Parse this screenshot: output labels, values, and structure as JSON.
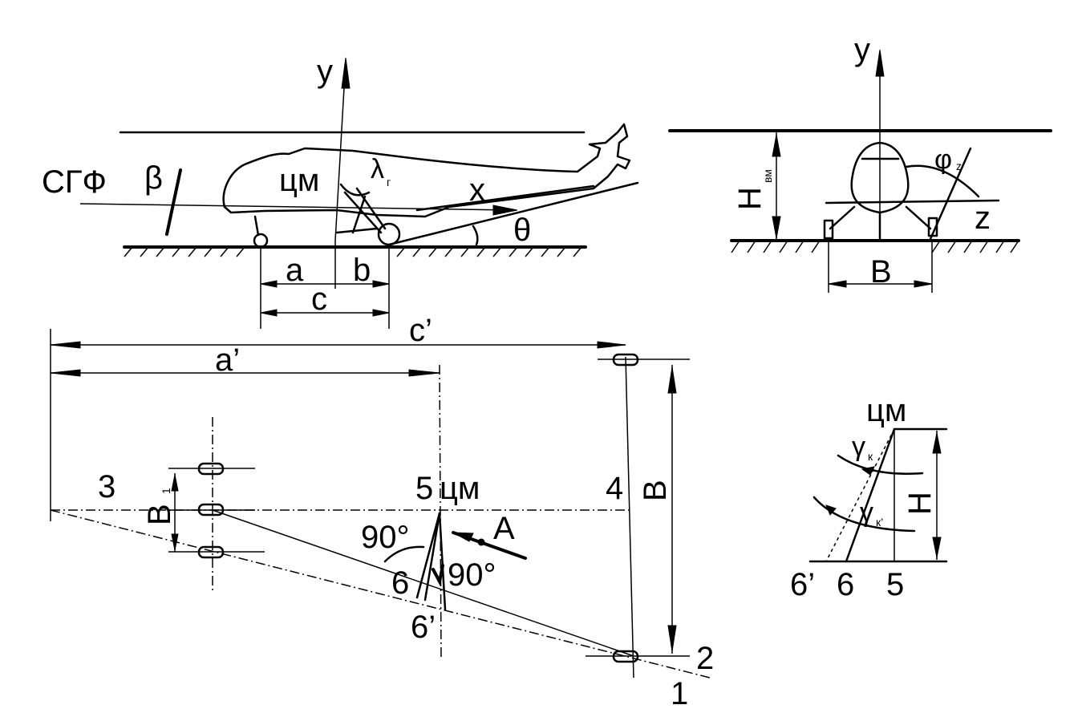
{
  "side_view": {
    "y_axis": "y",
    "sgf": "СГФ",
    "beta": "β",
    "cm": "цм",
    "lambda": "λ",
    "lambda_sub": "г",
    "x_axis": "x",
    "theta": "θ",
    "dim_a": "a",
    "dim_b": "b",
    "dim_c": "c"
  },
  "front_view": {
    "y_axis": "y",
    "h_main": "H",
    "h_sub": "вм",
    "phi": "φ",
    "phi_sub": "z",
    "z_axis": "z",
    "dim_b": "B"
  },
  "plan_view": {
    "dim_c_prime": "c’",
    "dim_a_prime": "a’",
    "pt3": "3",
    "b1_main": "B",
    "b1_sub": "1",
    "pt5": "5",
    "cm": "цм",
    "pt4": "4",
    "dim_b": "B",
    "angle1": "90°",
    "angle2": "90°",
    "arrow_a": "A",
    "pt6": "6",
    "pt6_prime": "6’",
    "pt2": "2",
    "pt1": "1"
  },
  "detail_view": {
    "cm": "цм",
    "gamma_k": "γ",
    "gamma_k_sub": "к",
    "gamma_k2": "γ",
    "gamma_k2_sub": "к’",
    "h": "H",
    "pt6_prime": "6’",
    "pt6": "6",
    "pt5": "5"
  }
}
